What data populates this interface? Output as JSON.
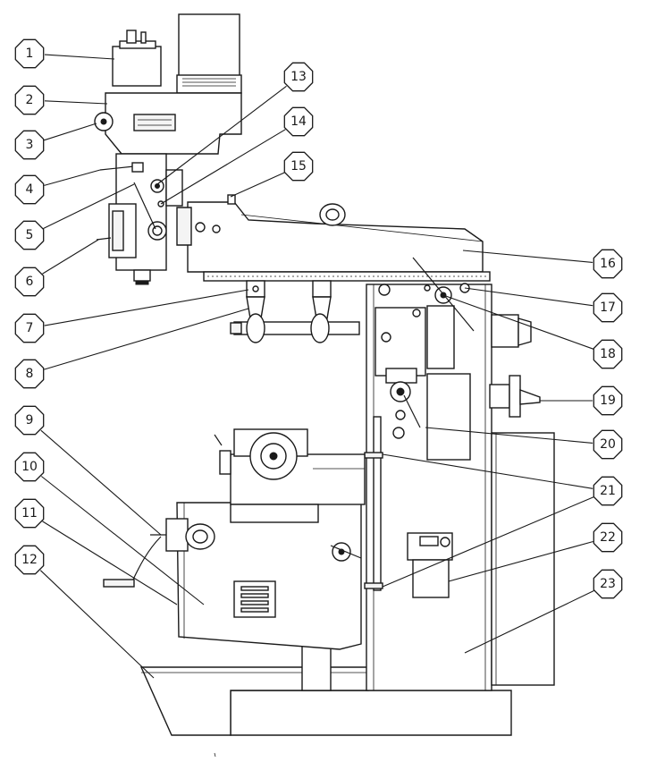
{
  "callouts": [
    {
      "label": "1"
    },
    {
      "label": "2"
    },
    {
      "label": "3"
    },
    {
      "label": "4"
    },
    {
      "label": "5"
    },
    {
      "label": "6"
    },
    {
      "label": "7"
    },
    {
      "label": "8"
    },
    {
      "label": "9"
    },
    {
      "label": "10"
    },
    {
      "label": "11"
    },
    {
      "label": "12"
    },
    {
      "label": "13"
    },
    {
      "label": "14"
    },
    {
      "label": "15"
    },
    {
      "label": "16"
    },
    {
      "label": "17"
    },
    {
      "label": "18"
    },
    {
      "label": "19"
    },
    {
      "label": "20"
    },
    {
      "label": "21"
    },
    {
      "label": "22"
    },
    {
      "label": "23"
    }
  ],
  "colors": {
    "line": "#1a1a1a",
    "background": "#ffffff"
  }
}
